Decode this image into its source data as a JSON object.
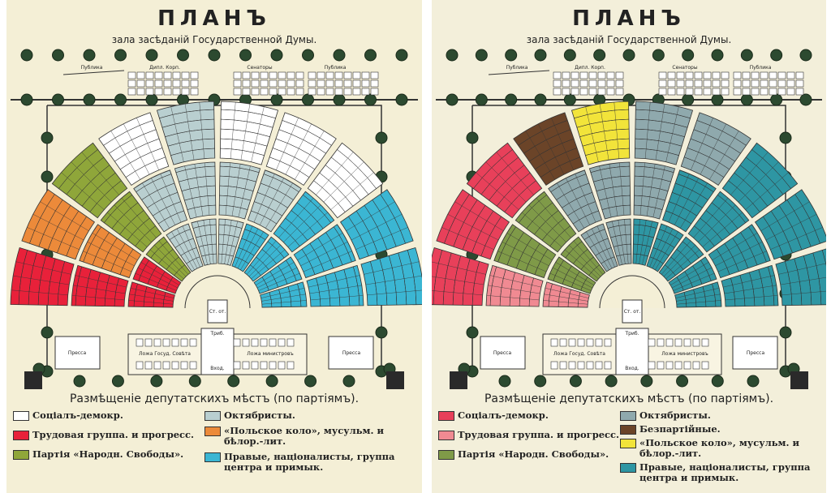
{
  "plans": [
    {
      "title": "ПЛАНЪ",
      "subtitle": "зала засѣданій Государственной Думы.",
      "gallery_labels": [
        "Публика",
        "Дипл. Корп.",
        "Сенаторы",
        "Публика"
      ],
      "building_labels": {
        "press_left": "Пресса",
        "press_right": "Пресса",
        "council_box": "Ложа Госуд. Совѣта",
        "ministers_box": "Ложа министровъ",
        "stenographers": "Ст. от.",
        "tribune": "Триб.",
        "entrance": "Вход."
      },
      "legend_title": "Размѣщеніе депутатскихъ мѣстъ (по партіямъ).",
      "legend": [
        {
          "key": "sd",
          "label": "Соціалъ-демокр."
        },
        {
          "key": "trud",
          "label": "Трудовая группа. и прогресс."
        },
        {
          "key": "kadet",
          "label": "Партія «Народн. Свободы»."
        },
        {
          "key": "octob",
          "label": "Октябристы."
        },
        {
          "key": "polish",
          "label": "«Польское коло», мусульм. и бѣлор.-лит."
        },
        {
          "key": "right",
          "label": "Правые, націоналисты, группа центра и примык."
        }
      ],
      "colors": {
        "sd": "#ffffff",
        "trud": "#e8213a",
        "kadet": "#8fa63a",
        "octob": "#b9cfd0",
        "polish": "#ec8a3a",
        "right": "#3bb6d3",
        "nonparty": "#6b4a2a"
      },
      "seating": {
        "outer": [
          "trud",
          "polish",
          "kadet",
          "sd",
          "octob",
          "sd",
          "sd",
          "sd",
          "right",
          "right"
        ],
        "middle": [
          "trud",
          "polish",
          "kadet",
          "octob",
          "octob",
          "octob",
          "octob",
          "right",
          "right",
          "right"
        ],
        "inner": [
          "trud",
          "trud",
          "kadet",
          "octob",
          "octob",
          "octob",
          "right",
          "right",
          "right",
          "right"
        ]
      }
    },
    {
      "title": "ПЛАНЪ",
      "subtitle": "зала засѣданій Государственной Думы.",
      "gallery_labels": [
        "Публика",
        "Дипл. Корп.",
        "Сенаторы",
        "Публика"
      ],
      "building_labels": {
        "press_left": "Пресса",
        "press_right": "Пресса",
        "council_box": "Ложа Госуд. Совѣта",
        "ministers_box": "Ложа министровъ",
        "stenographers": "Ст. от.",
        "tribune": "Триб.",
        "entrance": "Вход."
      },
      "legend_title": "Размѣщеніе депутатскихъ мѣстъ (по партіямъ).",
      "legend": [
        {
          "key": "sd",
          "label": "Соціалъ-демокр."
        },
        {
          "key": "trud",
          "label": "Трудовая группа. и прогресс."
        },
        {
          "key": "kadet",
          "label": "Партія «Народн. Свободы»."
        },
        {
          "key": "octob",
          "label": "Октябристы."
        },
        {
          "key": "nonparty",
          "label": "Безпартійные."
        },
        {
          "key": "polish",
          "label": "«Польское коло», мусульм. и бѣлор.-лит."
        },
        {
          "key": "right",
          "label": "Правые, націоналисты, группа центра и примык."
        }
      ],
      "colors": {
        "sd": "#e8405a",
        "trud": "#f08a92",
        "kadet": "#7f9a48",
        "octob": "#8fa9ad",
        "polish": "#f2e43a",
        "right": "#2e96a3",
        "nonparty": "#6b4428"
      },
      "seating": {
        "outer": [
          "sd",
          "sd",
          "sd",
          "nonparty",
          "polish",
          "octob",
          "octob",
          "right",
          "right",
          "right"
        ],
        "middle": [
          "trud",
          "kadet",
          "kadet",
          "octob",
          "octob",
          "octob",
          "right",
          "right",
          "right",
          "right"
        ],
        "inner": [
          "trud",
          "kadet",
          "kadet",
          "octob",
          "octob",
          "right",
          "right",
          "right",
          "right",
          "right"
        ]
      }
    }
  ]
}
